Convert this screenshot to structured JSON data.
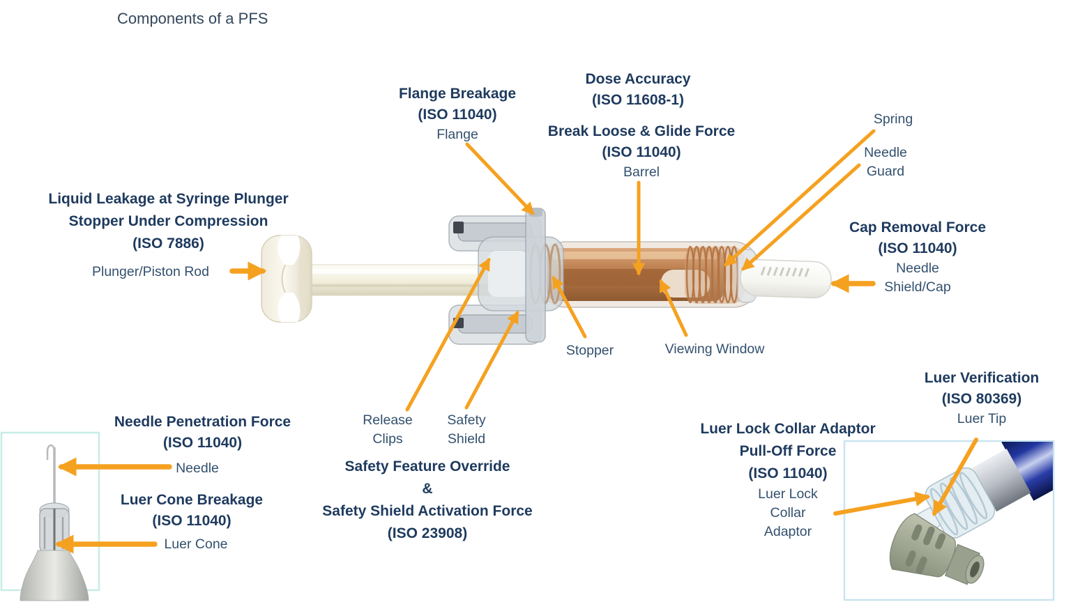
{
  "title": "Components of a PFS",
  "colors": {
    "heading_text": "#33475b",
    "label_text": "#1e3a5e",
    "sublabel_text": "#33506e",
    "arrow": "#f5a120",
    "needle_box_border": "#c8ece6",
    "adaptor_box_border": "#c9e4f0"
  },
  "annotations": {
    "flange": {
      "lines": [
        "Flange Breakage",
        "(ISO 11040)",
        "Flange"
      ]
    },
    "dose": {
      "lines": [
        "Dose Accuracy",
        "(ISO 11608-1)"
      ]
    },
    "break_loose": {
      "lines": [
        "Break Loose & Glide Force",
        "(ISO 11040)",
        "Barrel"
      ]
    },
    "spring": {
      "lines": [
        "Spring"
      ]
    },
    "needle_guard": {
      "lines": [
        "Needle",
        "Guard"
      ]
    },
    "cap_removal": {
      "lines": [
        "Cap Removal Force",
        "(ISO 11040)",
        "Needle",
        "Shield/Cap"
      ]
    },
    "liquid_leakage": {
      "lines": [
        "Liquid Leakage at Syringe Plunger",
        "Stopper Under Compression",
        "(ISO 7886)"
      ]
    },
    "plunger": {
      "lines": [
        "Plunger/Piston Rod"
      ]
    },
    "stopper": {
      "lines": [
        "Stopper"
      ]
    },
    "viewing_window": {
      "lines": [
        "Viewing Window"
      ]
    },
    "needle_penetration": {
      "lines": [
        "Needle Penetration Force",
        "(ISO 11040)"
      ]
    },
    "needle": {
      "lines": [
        "Needle"
      ]
    },
    "luer_cone_breakage": {
      "lines": [
        "Luer Cone Breakage",
        "(ISO 11040)"
      ]
    },
    "luer_cone": {
      "lines": [
        "Luer Cone"
      ]
    },
    "release_clips": {
      "lines": [
        "Release",
        "Clips"
      ]
    },
    "safety_shield": {
      "lines": [
        "Safety",
        "Shield"
      ]
    },
    "safety_feature": {
      "lines": [
        "Safety Feature Override",
        "&",
        "Safety Shield Activation Force",
        "(ISO 23908)"
      ]
    },
    "luer_lock_collar": {
      "lines": [
        "Luer Lock Collar Adaptor",
        "Pull-Off Force",
        "(ISO 11040)",
        "Luer Lock",
        "Collar",
        "Adaptor"
      ]
    },
    "luer_verification": {
      "lines": [
        "Luer Verification",
        "(ISO 80369)",
        "Luer Tip"
      ]
    }
  }
}
